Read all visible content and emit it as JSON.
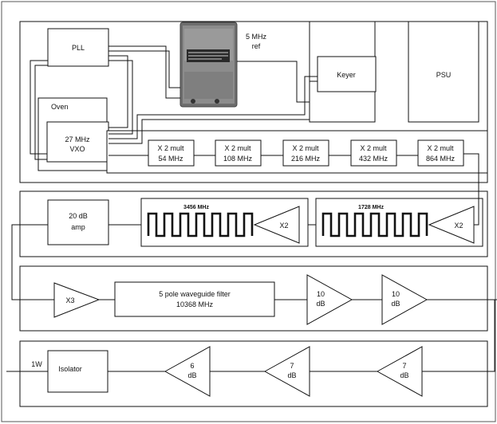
{
  "blocks": {
    "pll": "PLL",
    "ref_line1": "5 MHz",
    "ref_line2": "ref",
    "keyer": "Keyer",
    "psu": "PSU",
    "oven": "Oven",
    "vxo_line1": "27 MHz",
    "vxo_line2": "VXO",
    "mult_label": "X 2 mult",
    "mult_freqs": [
      "54 MHz",
      "108 MHz",
      "216 MHz",
      "432 MHz",
      "864 MHz"
    ],
    "amp20_line1": "20 dB",
    "amp20_line2": "amp",
    "filter_3456": "3456 MHz",
    "filter_1728": "1728 MHz",
    "doubler": "X2",
    "tripler": "X3",
    "wg_line1": "5 pole waveguide filter",
    "wg_line2": "10368 MHz",
    "amp10": [
      "10",
      "dB"
    ],
    "amp7": [
      "7",
      "dB"
    ],
    "amp6": [
      "6",
      "dB"
    ],
    "out_power": "1W",
    "isolator": "Isolator"
  }
}
